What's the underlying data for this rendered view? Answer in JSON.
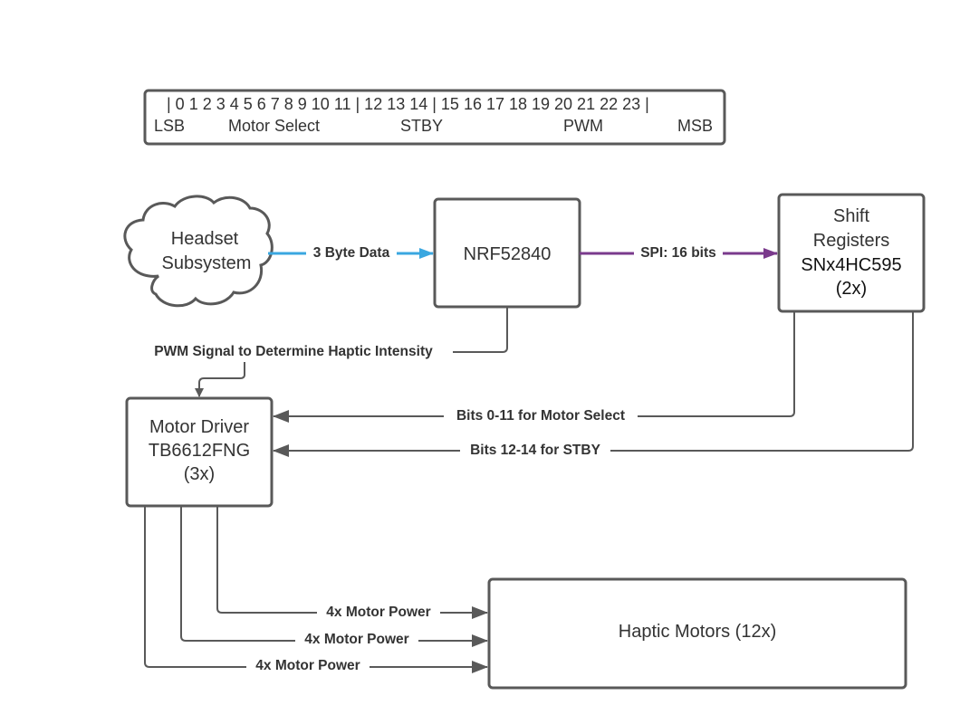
{
  "bit_legend": {
    "bits_line": "| 0 1 2 3 4 5 6 7 8 9 10 11 | 12 13 14 | 15 16 17 18 19 20 21 22 23 |",
    "lsb": "LSB",
    "motor_select": "Motor Select",
    "stby": "STBY",
    "pwm": "PWM",
    "msb": "MSB"
  },
  "nodes": {
    "headset": [
      "Headset",
      "Subsystem"
    ],
    "nrf": "NRF52840",
    "shift": [
      "Shift",
      "Registers",
      "SNx4HC595",
      "(2x)"
    ],
    "driver": [
      "Motor Driver",
      "TB6612FNG",
      "(3x)"
    ],
    "motors": "Haptic Motors (12x)"
  },
  "edges": {
    "headset_to_nrf": "3 Byte Data",
    "nrf_to_shift": "SPI: 16 bits",
    "nrf_to_driver": "PWM Signal to Determine Haptic Intensity",
    "shift_to_driver_select": "Bits 0-11 for Motor Select",
    "shift_to_driver_stby": "Bits 12-14 for STBY",
    "power_1": "4x Motor Power",
    "power_2": "4x Motor Power",
    "power_3": "4x Motor Power"
  },
  "colors": {
    "blue_arrow": "#3aa7e0",
    "purple_arrow": "#7a3a8c",
    "gray_line": "#595959"
  }
}
